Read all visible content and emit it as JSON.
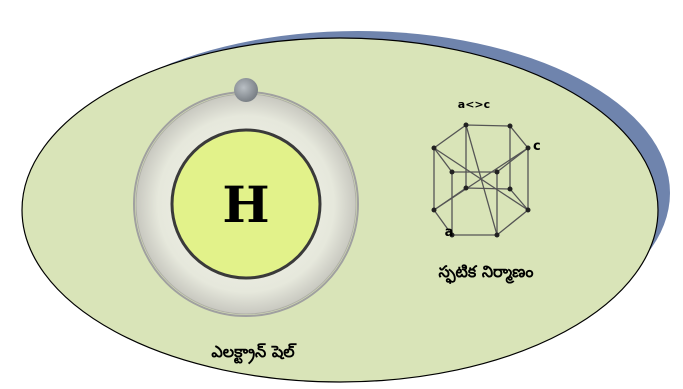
{
  "atom": {
    "symbol": "H",
    "shell_label": "ఎలక్ట్రాన్ షెల్"
  },
  "crystal": {
    "title": "స్ఫటిక నిర్మాణం",
    "label_top": "a<>c",
    "label_right": "c",
    "label_bottom": "a"
  },
  "colors": {
    "ellipse_fill": "#d9e4b8",
    "ellipse_shadow": "#6f84ad",
    "ellipse_outline": "#000000",
    "nucleus_fill": "#e2f28a",
    "electron": "#8a9096",
    "orbit": "#a8a8a8"
  }
}
